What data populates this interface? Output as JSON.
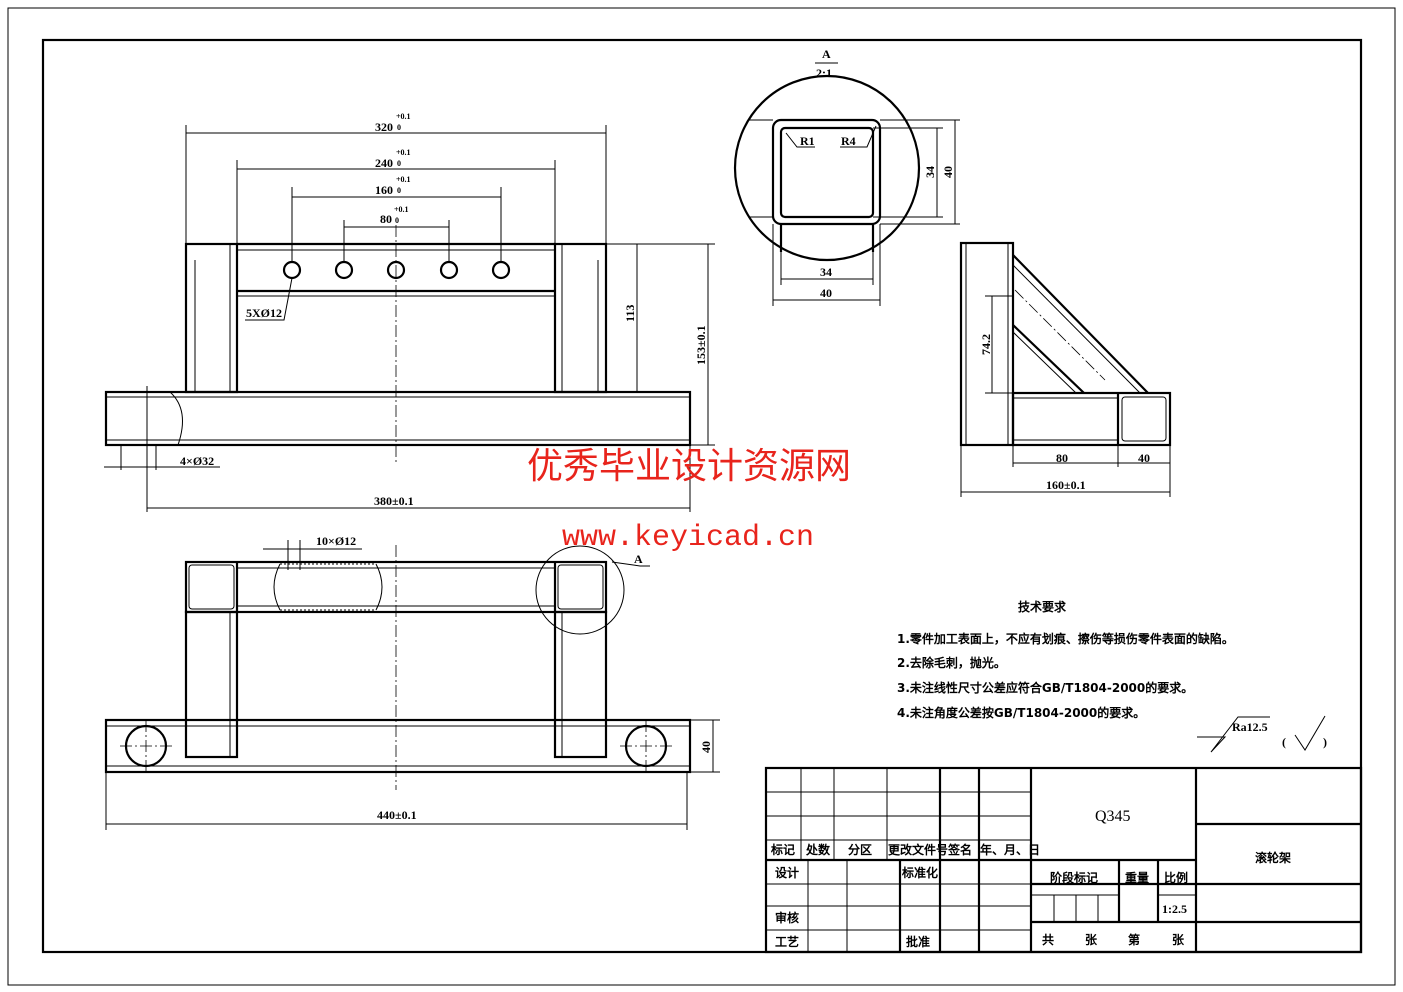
{
  "front_view": {
    "dim_320": "320",
    "tol_320_upper": "+0.1",
    "tol_320_lower": "0",
    "dim_240": "240",
    "tol_240_upper": "+0.1",
    "tol_240_lower": "0",
    "dim_160": "160",
    "tol_160_upper": "+0.1",
    "tol_160_lower": "0",
    "dim_80": "80",
    "tol_80_upper": "+0.1",
    "tol_80_lower": "0",
    "holes_label": "5XØ12",
    "dim_113": "113",
    "dim_153": "153±0.1",
    "holes_bottom_label": "4×Ø32",
    "dim_380": "380±0.1"
  },
  "top_view": {
    "holes_label": "10×Ø12",
    "detail_marker": "A",
    "dim_40": "40",
    "dim_440": "440±0.1"
  },
  "detail_view": {
    "label": "A",
    "scale": "2:1",
    "r1": "R1",
    "r4": "R4",
    "dim_34_h": "34",
    "dim_40_h": "40",
    "dim_34_v": "34",
    "dim_40_v": "40"
  },
  "side_view": {
    "dim_74": "74.2",
    "dim_80": "80",
    "dim_40": "40",
    "dim_160": "160±0.1"
  },
  "watermark": {
    "text": "优秀毕业设计资源网",
    "url": "www.keyicad.cn",
    "color": "#e8241c"
  },
  "tech_requirements": {
    "title": "技术要求",
    "items": [
      "1.零件加工表面上，不应有划痕、擦伤等损伤零件表面的缺陷。",
      "2.去除毛刺，抛光。",
      "3.未注线性尺寸公差应符合GB/T1804-2000的要求。",
      "4.未注角度公差按GB/T1804-2000的要求。"
    ],
    "roughness": "Ra12.5",
    "roughness_other_open": "(",
    "roughness_other_close": ")"
  },
  "title_block": {
    "headers": [
      "标记",
      "处数",
      "分区",
      "更改文件号",
      "签名",
      "年、月、日"
    ],
    "design": "设计",
    "standardization": "标准化",
    "review": "审核",
    "process": "工艺",
    "approve": "批准",
    "material": "Q345",
    "stage_mark": "阶段标记",
    "weight": "重量",
    "scale_label": "比例",
    "scale_value": "1:2.5",
    "sheets_total": "共",
    "sheets_unit1": "张",
    "sheet_no": "第",
    "sheets_unit2": "张",
    "part_name": "滚轮架"
  }
}
